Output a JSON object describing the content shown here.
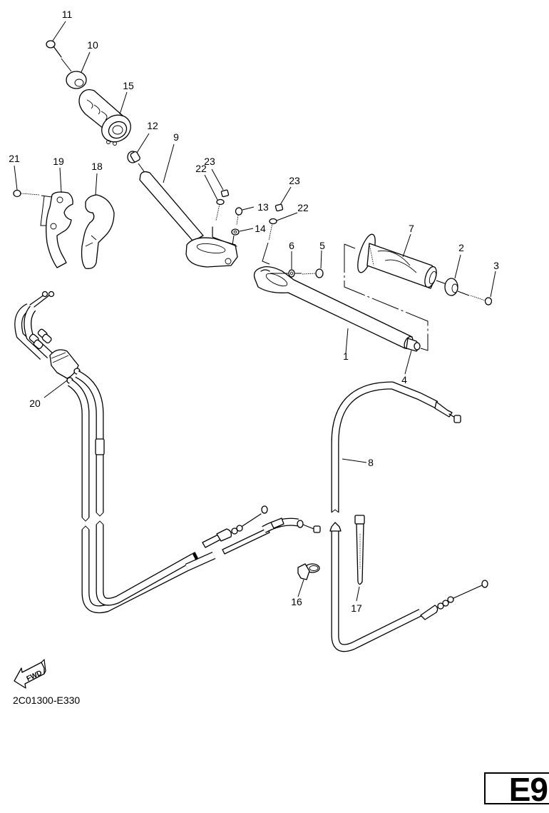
{
  "diagram": {
    "type": "exploded-parts-diagram",
    "subject": "Steering handle & cable",
    "reference_code": "2C01300-E330",
    "page_tag": "E9",
    "direction_indicator": {
      "label": "FWD",
      "icon": "forward-arrow-icon"
    },
    "callouts": [
      {
        "id": "1",
        "part": "handlebar-right"
      },
      {
        "id": "2",
        "part": "bar-end-weight-right"
      },
      {
        "id": "3",
        "part": "bar-end-bolt-right"
      },
      {
        "id": "4",
        "part": "bar-end-collar"
      },
      {
        "id": "5",
        "part": "clamp-bolt-right"
      },
      {
        "id": "6",
        "part": "washer-right"
      },
      {
        "id": "7",
        "part": "grip-left"
      },
      {
        "id": "8",
        "part": "clutch-cable"
      },
      {
        "id": "9",
        "part": "handlebar-left"
      },
      {
        "id": "10",
        "part": "bar-end-weight-left"
      },
      {
        "id": "11",
        "part": "bar-end-bolt-left"
      },
      {
        "id": "12",
        "part": "bar-end-collar-left"
      },
      {
        "id": "13",
        "part": "clamp-bolt-left"
      },
      {
        "id": "14",
        "part": "washer-left"
      },
      {
        "id": "15",
        "part": "throttle-grip"
      },
      {
        "id": "16",
        "part": "cable-clamp"
      },
      {
        "id": "17",
        "part": "cable-tie"
      },
      {
        "id": "18",
        "part": "throttle-housing-upper"
      },
      {
        "id": "19",
        "part": "throttle-housing-lower"
      },
      {
        "id": "20",
        "part": "throttle-cable-assembly"
      },
      {
        "id": "21",
        "part": "housing-screw"
      },
      {
        "id": "22",
        "part": "pinch-bolt"
      },
      {
        "id": "23",
        "part": "pinch-nut"
      }
    ]
  }
}
